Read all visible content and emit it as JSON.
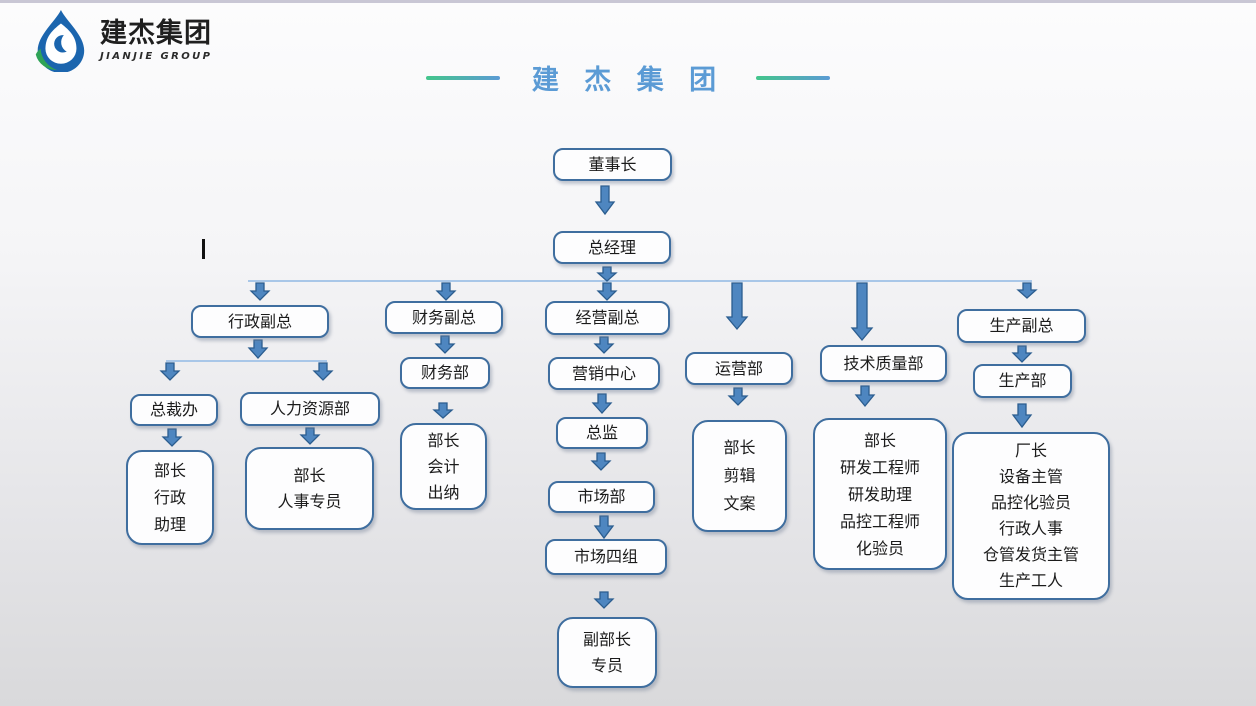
{
  "page": {
    "background_top": "#fcfcfd",
    "background_bottom": "#d9d9db",
    "top_strip_color": "#c9c7d5"
  },
  "logo": {
    "name_cn": "建杰集团",
    "name_en": "JIANJIE GROUP",
    "drop_blue": "#1b65ae",
    "swirl_green": "#2fa357"
  },
  "title": {
    "text": "建 杰 集 团",
    "color": "#5b9bd5"
  },
  "org": {
    "box_border_color": "#3f6e9f",
    "arrow_fill": "#4e86c0",
    "arrow_stroke": "#2b5d8f",
    "connector_color": "#a9c7e8",
    "nodes": [
      {
        "id": "chairman",
        "label": "董事长"
      },
      {
        "id": "general-manager",
        "label": "总经理"
      },
      {
        "id": "admin-vp",
        "label": "行政副总"
      },
      {
        "id": "finance-vp",
        "label": "财务副总"
      },
      {
        "id": "operations-vp",
        "label": "经营副总"
      },
      {
        "id": "operation-dept",
        "label": "运营部"
      },
      {
        "id": "tech-quality-dept",
        "label": "技术质量部"
      },
      {
        "id": "production-vp",
        "label": "生产副总"
      },
      {
        "id": "finance-dept",
        "label": "财务部"
      },
      {
        "id": "marketing-center",
        "label": "营销中心"
      },
      {
        "id": "president-office",
        "label": "总裁办"
      },
      {
        "id": "hr-dept",
        "label": "人力资源部"
      },
      {
        "id": "director",
        "label": "总监"
      },
      {
        "id": "production-dept",
        "label": "生产部"
      },
      {
        "id": "market-dept",
        "label": "市场部"
      },
      {
        "id": "market-group4",
        "label": "市场四组"
      },
      {
        "id": "admin-staff",
        "label": "部长\n行政\n助理"
      },
      {
        "id": "hr-staff",
        "label": "部长\n人事专员"
      },
      {
        "id": "finance-staff",
        "label": "部长\n会计\n出纳"
      },
      {
        "id": "operation-staff",
        "label": "部长\n剪辑\n文案"
      },
      {
        "id": "tech-staff",
        "label": "部长\n研发工程师\n研发助理\n品控工程师\n化验员"
      },
      {
        "id": "production-staff",
        "label": "厂长\n设备主管\n品控化验员\n行政人事\n仓管发货主管\n生产工人"
      },
      {
        "id": "market-staff",
        "label": "副部长\n专员"
      }
    ],
    "edges": [
      "chairman>general-manager",
      "general-manager>admin-vp",
      "general-manager>finance-vp",
      "general-manager>operations-vp",
      "general-manager>operation-dept",
      "general-manager>tech-quality-dept",
      "general-manager>production-vp",
      "admin-vp>president-office",
      "admin-vp>hr-dept",
      "president-office>admin-staff",
      "hr-dept>hr-staff",
      "finance-vp>finance-dept",
      "finance-dept>finance-staff",
      "operations-vp>marketing-center",
      "marketing-center>director",
      "director>market-dept",
      "market-dept>market-group4",
      "market-group4>market-staff",
      "operation-dept>operation-staff",
      "tech-quality-dept>tech-staff",
      "production-vp>production-dept",
      "production-dept>production-staff"
    ]
  }
}
